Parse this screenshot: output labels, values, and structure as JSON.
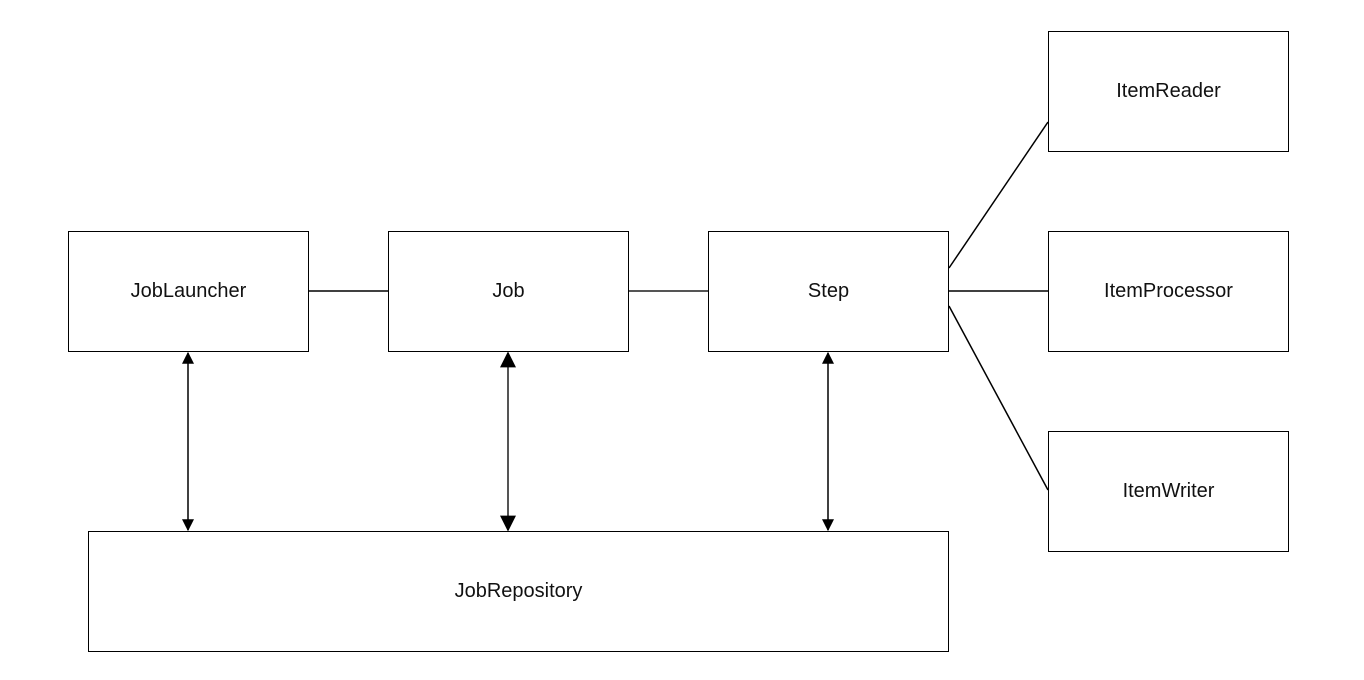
{
  "nodes": {
    "job_launcher": "JobLauncher",
    "job": "Job",
    "step": "Step",
    "item_reader": "ItemReader",
    "item_processor": "ItemProcessor",
    "item_writer": "ItemWriter",
    "job_repository": "JobRepository"
  },
  "edges": [
    {
      "from": "JobLauncher",
      "to": "Job",
      "type": "line"
    },
    {
      "from": "Job",
      "to": "Step",
      "type": "line"
    },
    {
      "from": "Step",
      "to": "ItemReader",
      "type": "line"
    },
    {
      "from": "Step",
      "to": "ItemProcessor",
      "type": "line"
    },
    {
      "from": "Step",
      "to": "ItemWriter",
      "type": "line"
    },
    {
      "from": "JobLauncher",
      "to": "JobRepository",
      "type": "bidirectional-arrow"
    },
    {
      "from": "Job",
      "to": "JobRepository",
      "type": "bidirectional-arrow"
    },
    {
      "from": "Step",
      "to": "JobRepository",
      "type": "bidirectional-arrow"
    }
  ],
  "colors": {
    "stroke": "#000000",
    "stroke_gray": "#555555",
    "background": "#ffffff"
  }
}
